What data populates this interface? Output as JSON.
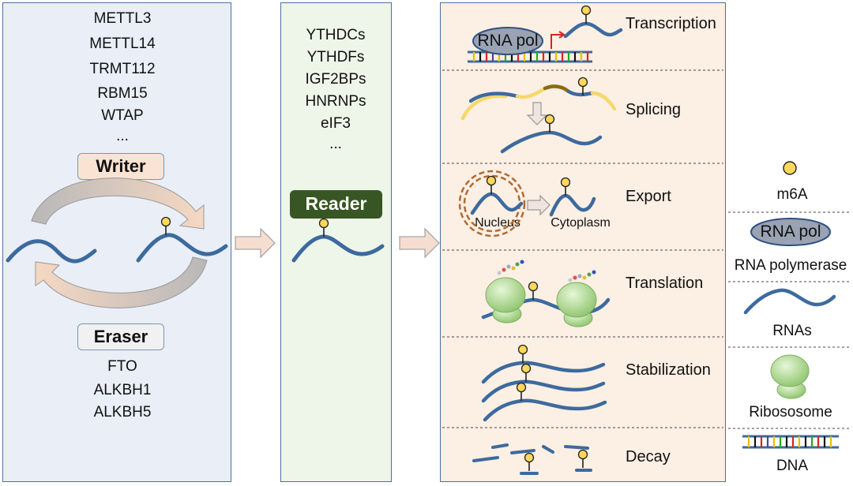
{
  "writer": {
    "proteins": [
      "METTL3",
      "METTL14",
      "TRMT112",
      "RBM15",
      "WTAP",
      "..."
    ],
    "label": "Writer"
  },
  "eraser": {
    "label": "Eraser",
    "proteins": [
      "FTO",
      "ALKBH1",
      "ALKBH5"
    ]
  },
  "reader": {
    "proteins": [
      "YTHDCs",
      "YTHDFs",
      "IGF2BPs",
      "HNRNPs",
      "eIF3",
      "..."
    ],
    "label": "Reader"
  },
  "processes": [
    "Transcription",
    "Splicing",
    "Export",
    "Translation",
    "Stabilization",
    "Decay"
  ],
  "export": {
    "nucleus": "Nucleus",
    "cytoplasm": "Cytoplasm"
  },
  "transcription": {
    "polymerase": "RNA pol"
  },
  "legend": {
    "m6a": "m6A",
    "rnapol_badge": "RNA pol",
    "rnapol": "RNA polymerase",
    "rnas": "RNAs",
    "ribosome": "Ribososome",
    "dna": "DNA"
  },
  "colors": {
    "rna": "#3d6a9e",
    "m6a_fill": "#fbd75a",
    "panel_left": "#e9eef7",
    "panel_mid": "#eef5e9",
    "panel_right": "#fcefe4",
    "writer_box": "#fbe3d4",
    "reader_box": "#375623",
    "ribosome": "#b8dfa3"
  }
}
